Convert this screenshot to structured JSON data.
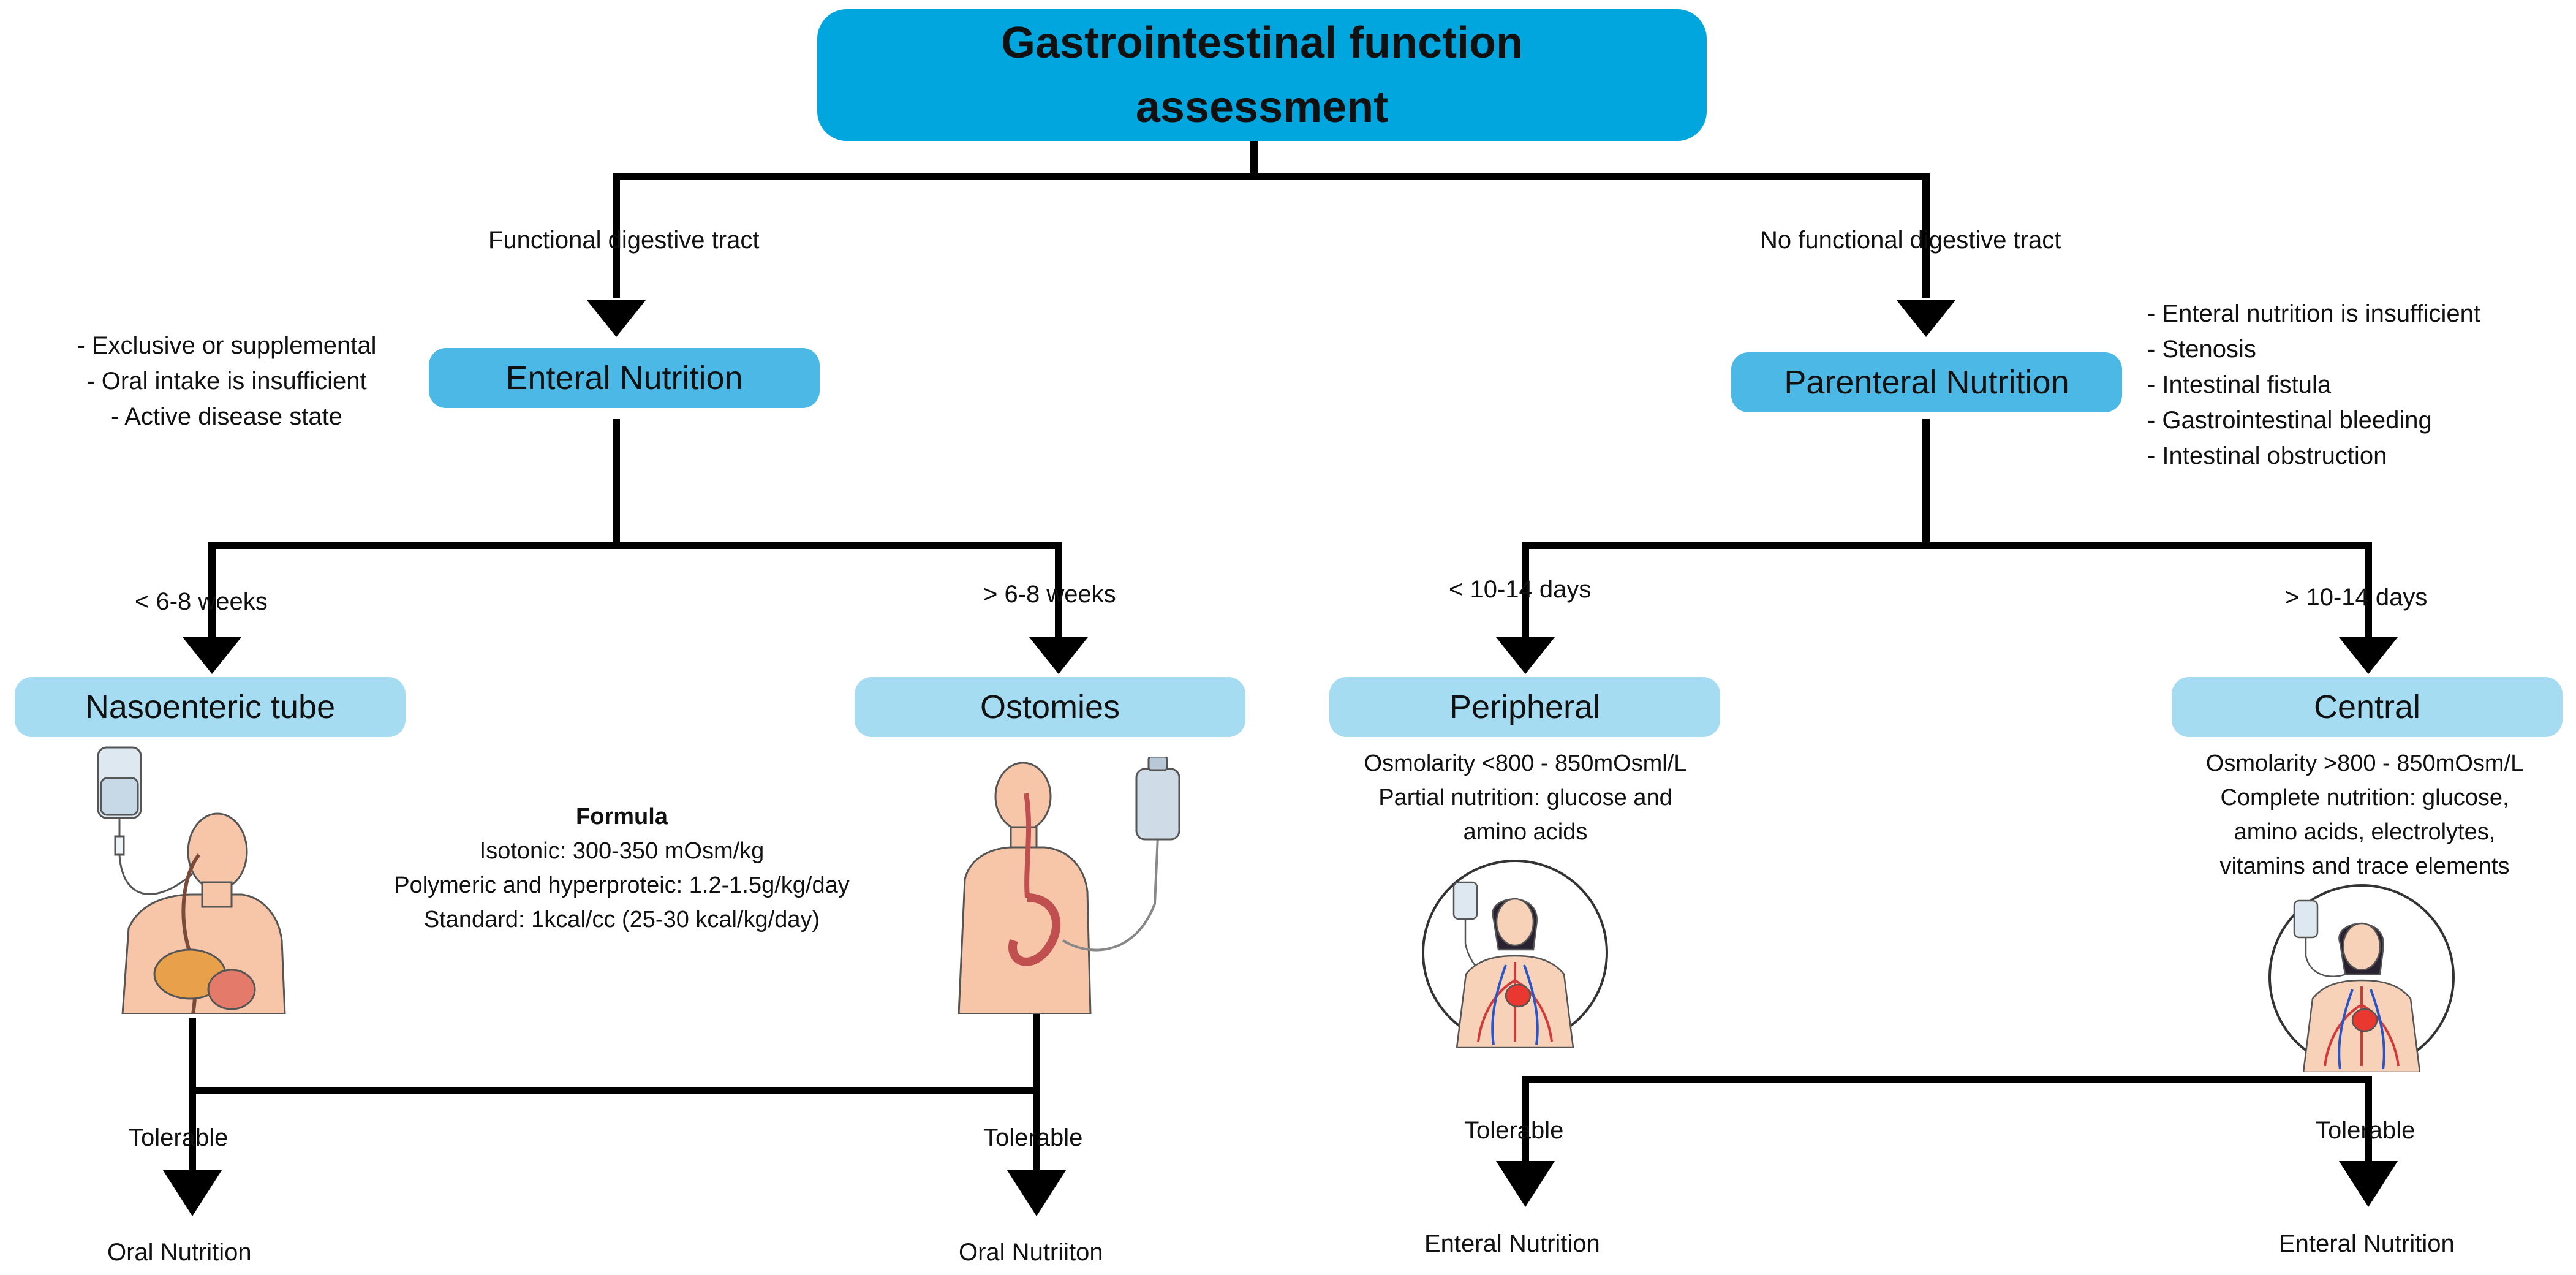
{
  "title": "Gastrointestinal function assessment",
  "branches": {
    "left_label": "Functional digestive tract",
    "right_label": "No functional digestive tract"
  },
  "enteral": {
    "box": "Enteral Nutrition",
    "criteria": [
      "- Exclusive or supplemental",
      "- Oral intake is insufficient",
      "- Active disease state"
    ],
    "short_label": "< 6-8 weeks",
    "long_label": "> 6-8 weeks",
    "short_box": "Nasoenteric tube",
    "long_box": "Ostomies",
    "formula": {
      "heading": "Formula",
      "lines": [
        "Isotonic: 300-350 mOsm/kg",
        "Polymeric and hyperproteic: 1.2-1.5g/kg/day",
        "Standard: 1kcal/cc (25-30 kcal/kg/day)"
      ]
    },
    "left_tolerable": "Tolerable",
    "right_tolerable": "Tolerable",
    "left_outcome": "Oral Nutrition",
    "right_outcome": "Oral Nutriiton"
  },
  "parenteral": {
    "box": "Parenteral Nutrition",
    "criteria": [
      "- Enteral nutrition is insufficient",
      "- Stenosis",
      "- Intestinal fistula",
      "- Gastrointestinal bleeding",
      "- Intestinal obstruction"
    ],
    "short_label": "< 10-14 days",
    "long_label": "> 10-14 days",
    "short_box": "Peripheral",
    "long_box": "Central",
    "peripheral_notes": [
      "Osmolarity <800 - 850mOsml/L",
      "Partial nutrition: glucose and",
      "amino acids"
    ],
    "central_notes": [
      "Osmolarity >800 - 850mOsm/L",
      "Complete nutrition: glucose,",
      "amino acids, electrolytes,",
      "vitamins and trace elements"
    ],
    "left_tolerable": "Tolerable",
    "right_tolerable": "Tolerable",
    "left_outcome": "Enteral Nutrition",
    "right_outcome": "Enteral Nutrition"
  },
  "colors": {
    "title_fill": "#00a6dd",
    "main_fill": "#4bb8e6",
    "sub_fill": "#a6dcf2",
    "line": "#000000"
  }
}
